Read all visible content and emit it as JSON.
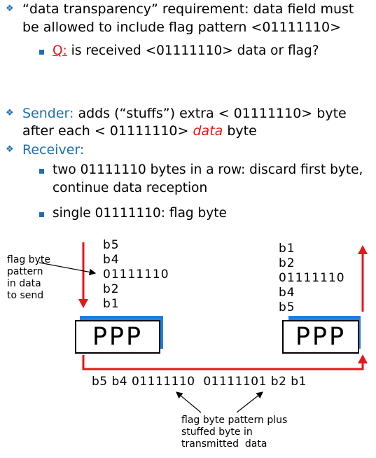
{
  "bullets": {
    "b1": {
      "line1": "“data transparency” requirement: data field must",
      "line2": "be allowed to include flag pattern  <01111110>"
    },
    "b1_sub": {
      "q_label": "Q:",
      "q_text": " is received <01111110> data or flag?"
    },
    "b2": {
      "label": "Sender:",
      "line1_rest": " adds (“stuffs”) extra < 01111110> byte",
      "line2_pre": "after each < 01111110> ",
      "line2_data": "data",
      "line2_post": "  byte"
    },
    "b3": {
      "label": "Receiver:"
    },
    "b3_sub1": {
      "line1": "two 01111110 bytes in a row: discard first byte,",
      "line2": "continue data reception"
    },
    "b3_sub2": {
      "text": "single 01111110: flag byte"
    }
  },
  "diagram": {
    "sender_stack": [
      "b5",
      "b4",
      "01111110",
      "b2",
      "b1"
    ],
    "receiver_stack": [
      "b1",
      "b2",
      "01111110",
      "b4",
      "b5"
    ],
    "flag_note": [
      "flag byte",
      "pattern",
      "in data",
      "to send"
    ],
    "ppp_sender": "PPP",
    "ppp_receiver": "PPP",
    "transmitted": "b5 b4 01111110  01111101 b2 b1",
    "bottom_note": [
      "flag byte pattern plus",
      "stuffed byte in",
      "transmitted  data"
    ],
    "colors": {
      "arrow": "#e8141b",
      "accent": "#1f6fb0",
      "box_shadow": "#1f7fe0"
    }
  }
}
